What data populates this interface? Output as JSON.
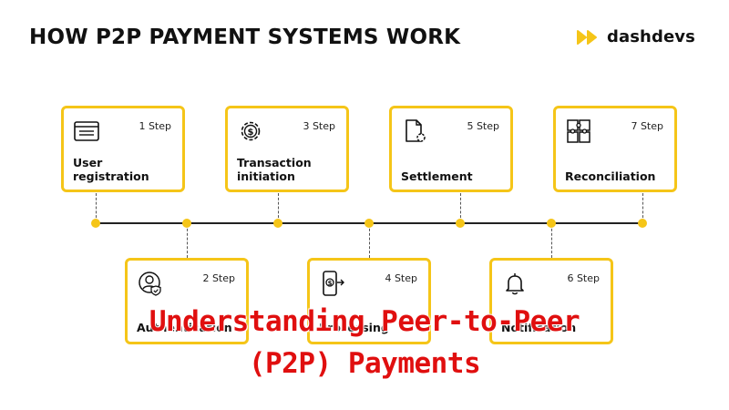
{
  "header": {
    "title": "HOW P2P PAYMENT SYSTEMS WORK",
    "brand_name": "dashdevs"
  },
  "colors": {
    "accent": "#f5c518",
    "text": "#111111",
    "overlay_text": "#e00f0f"
  },
  "steps": [
    {
      "step": "1 Step",
      "label": "User registration",
      "icon": "browser-window-icon"
    },
    {
      "step": "2 Step",
      "label": "Authentication",
      "icon": "user-shield-icon"
    },
    {
      "step": "3 Step",
      "label": "Transaction initiation",
      "icon": "gear-dollar-icon"
    },
    {
      "step": "4 Step",
      "label": "Processing",
      "icon": "phone-transfer-icon"
    },
    {
      "step": "5 Step",
      "label": "Settlement",
      "icon": "document-gear-icon"
    },
    {
      "step": "6 Step",
      "label": "Notification",
      "icon": "bell-icon"
    },
    {
      "step": "7 Step",
      "label": "Reconciliation",
      "icon": "puzzle-icon"
    }
  ],
  "overlay": {
    "line1": "Understanding Peer-to-Peer",
    "line2": "(P2P) Payments"
  }
}
